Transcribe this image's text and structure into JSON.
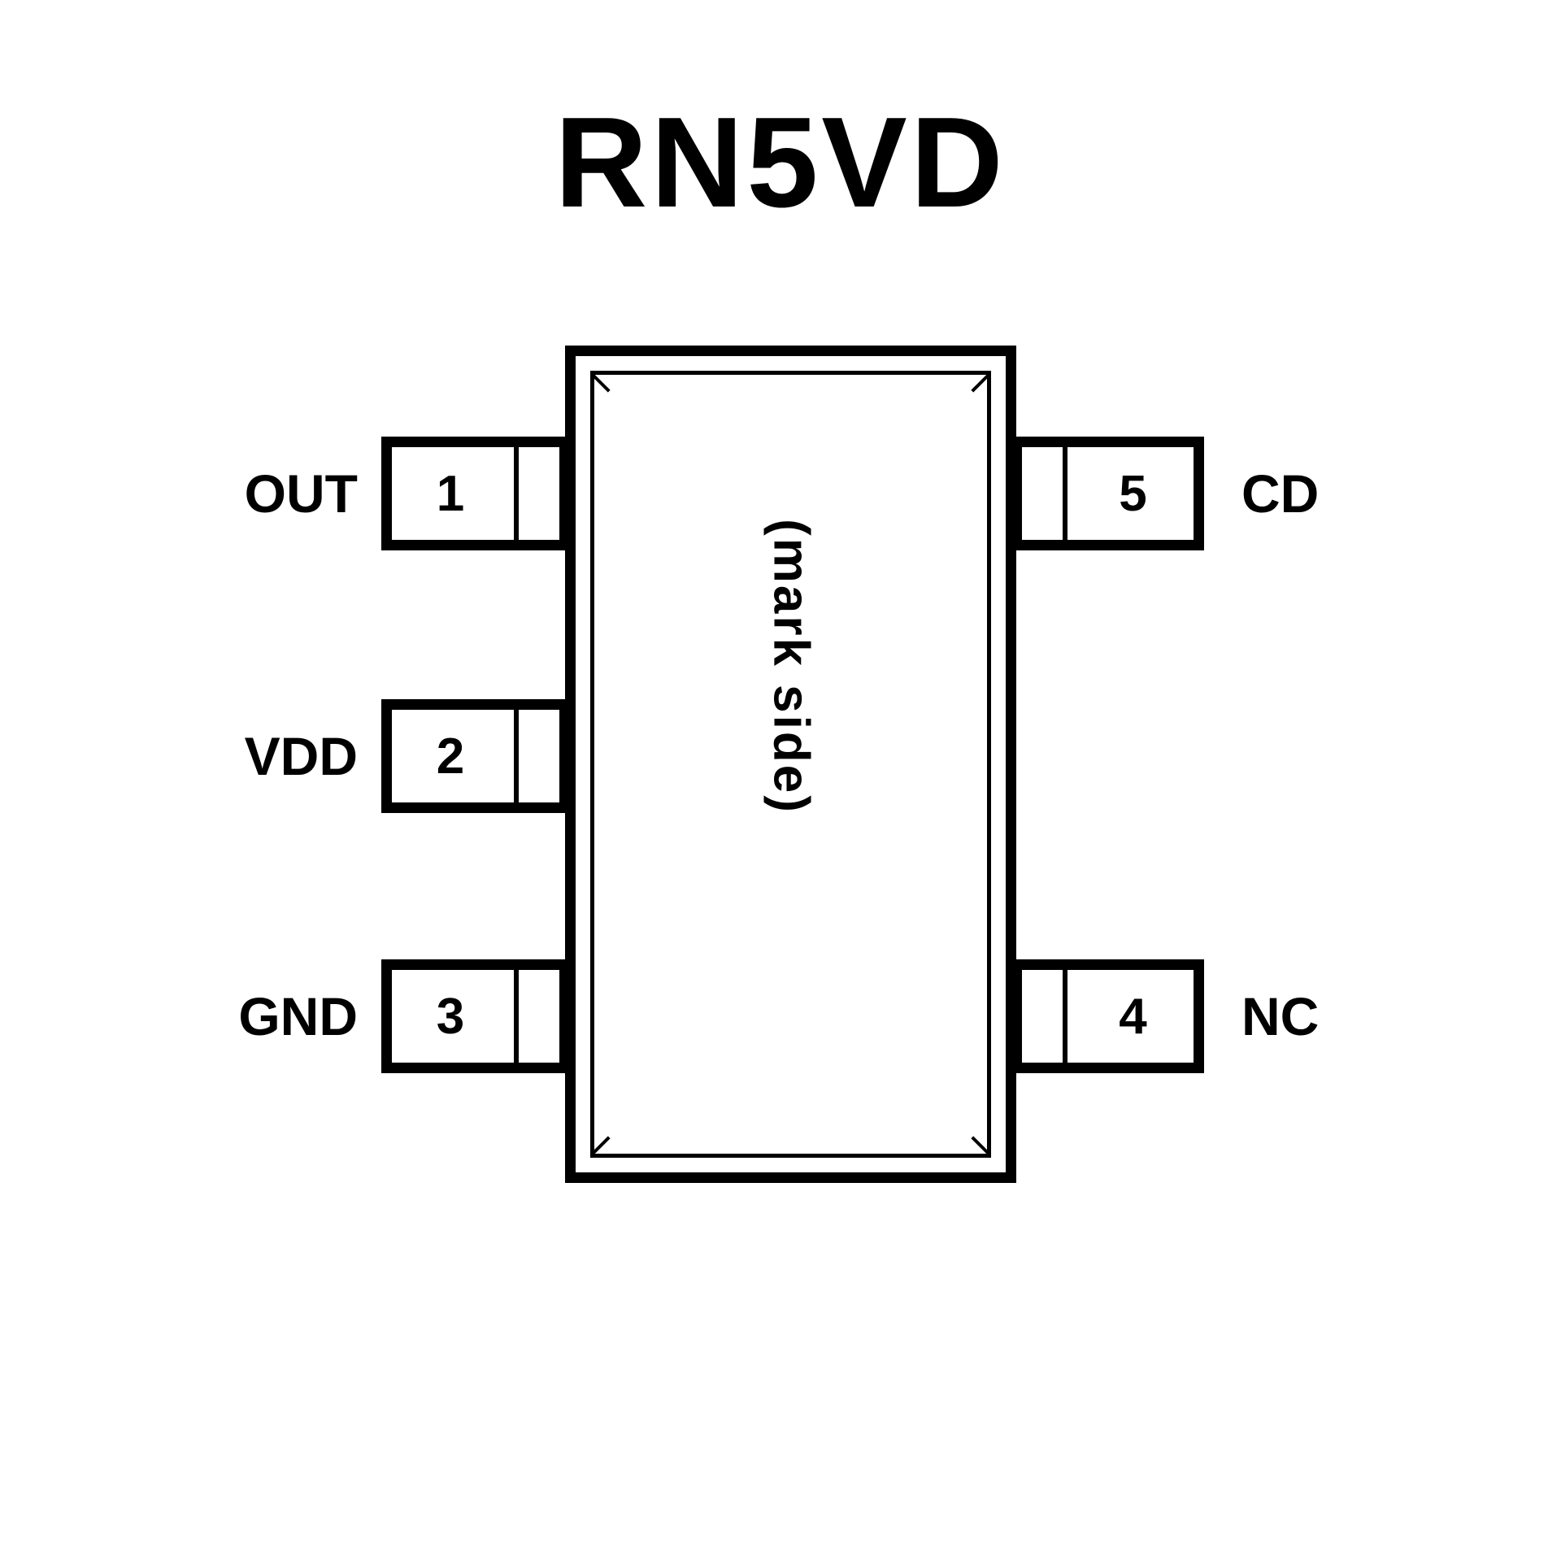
{
  "title": "RN5VD",
  "package": {
    "mark_text": "(mark side)"
  },
  "pins": {
    "left": [
      {
        "number": "1",
        "label": "OUT"
      },
      {
        "number": "2",
        "label": "VDD"
      },
      {
        "number": "3",
        "label": "GND"
      }
    ],
    "right": [
      {
        "number": "5",
        "label": "CD"
      },
      {
        "number": "4",
        "label": "NC"
      }
    ]
  },
  "colors": {
    "line": "#000000",
    "background": "#ffffff"
  }
}
